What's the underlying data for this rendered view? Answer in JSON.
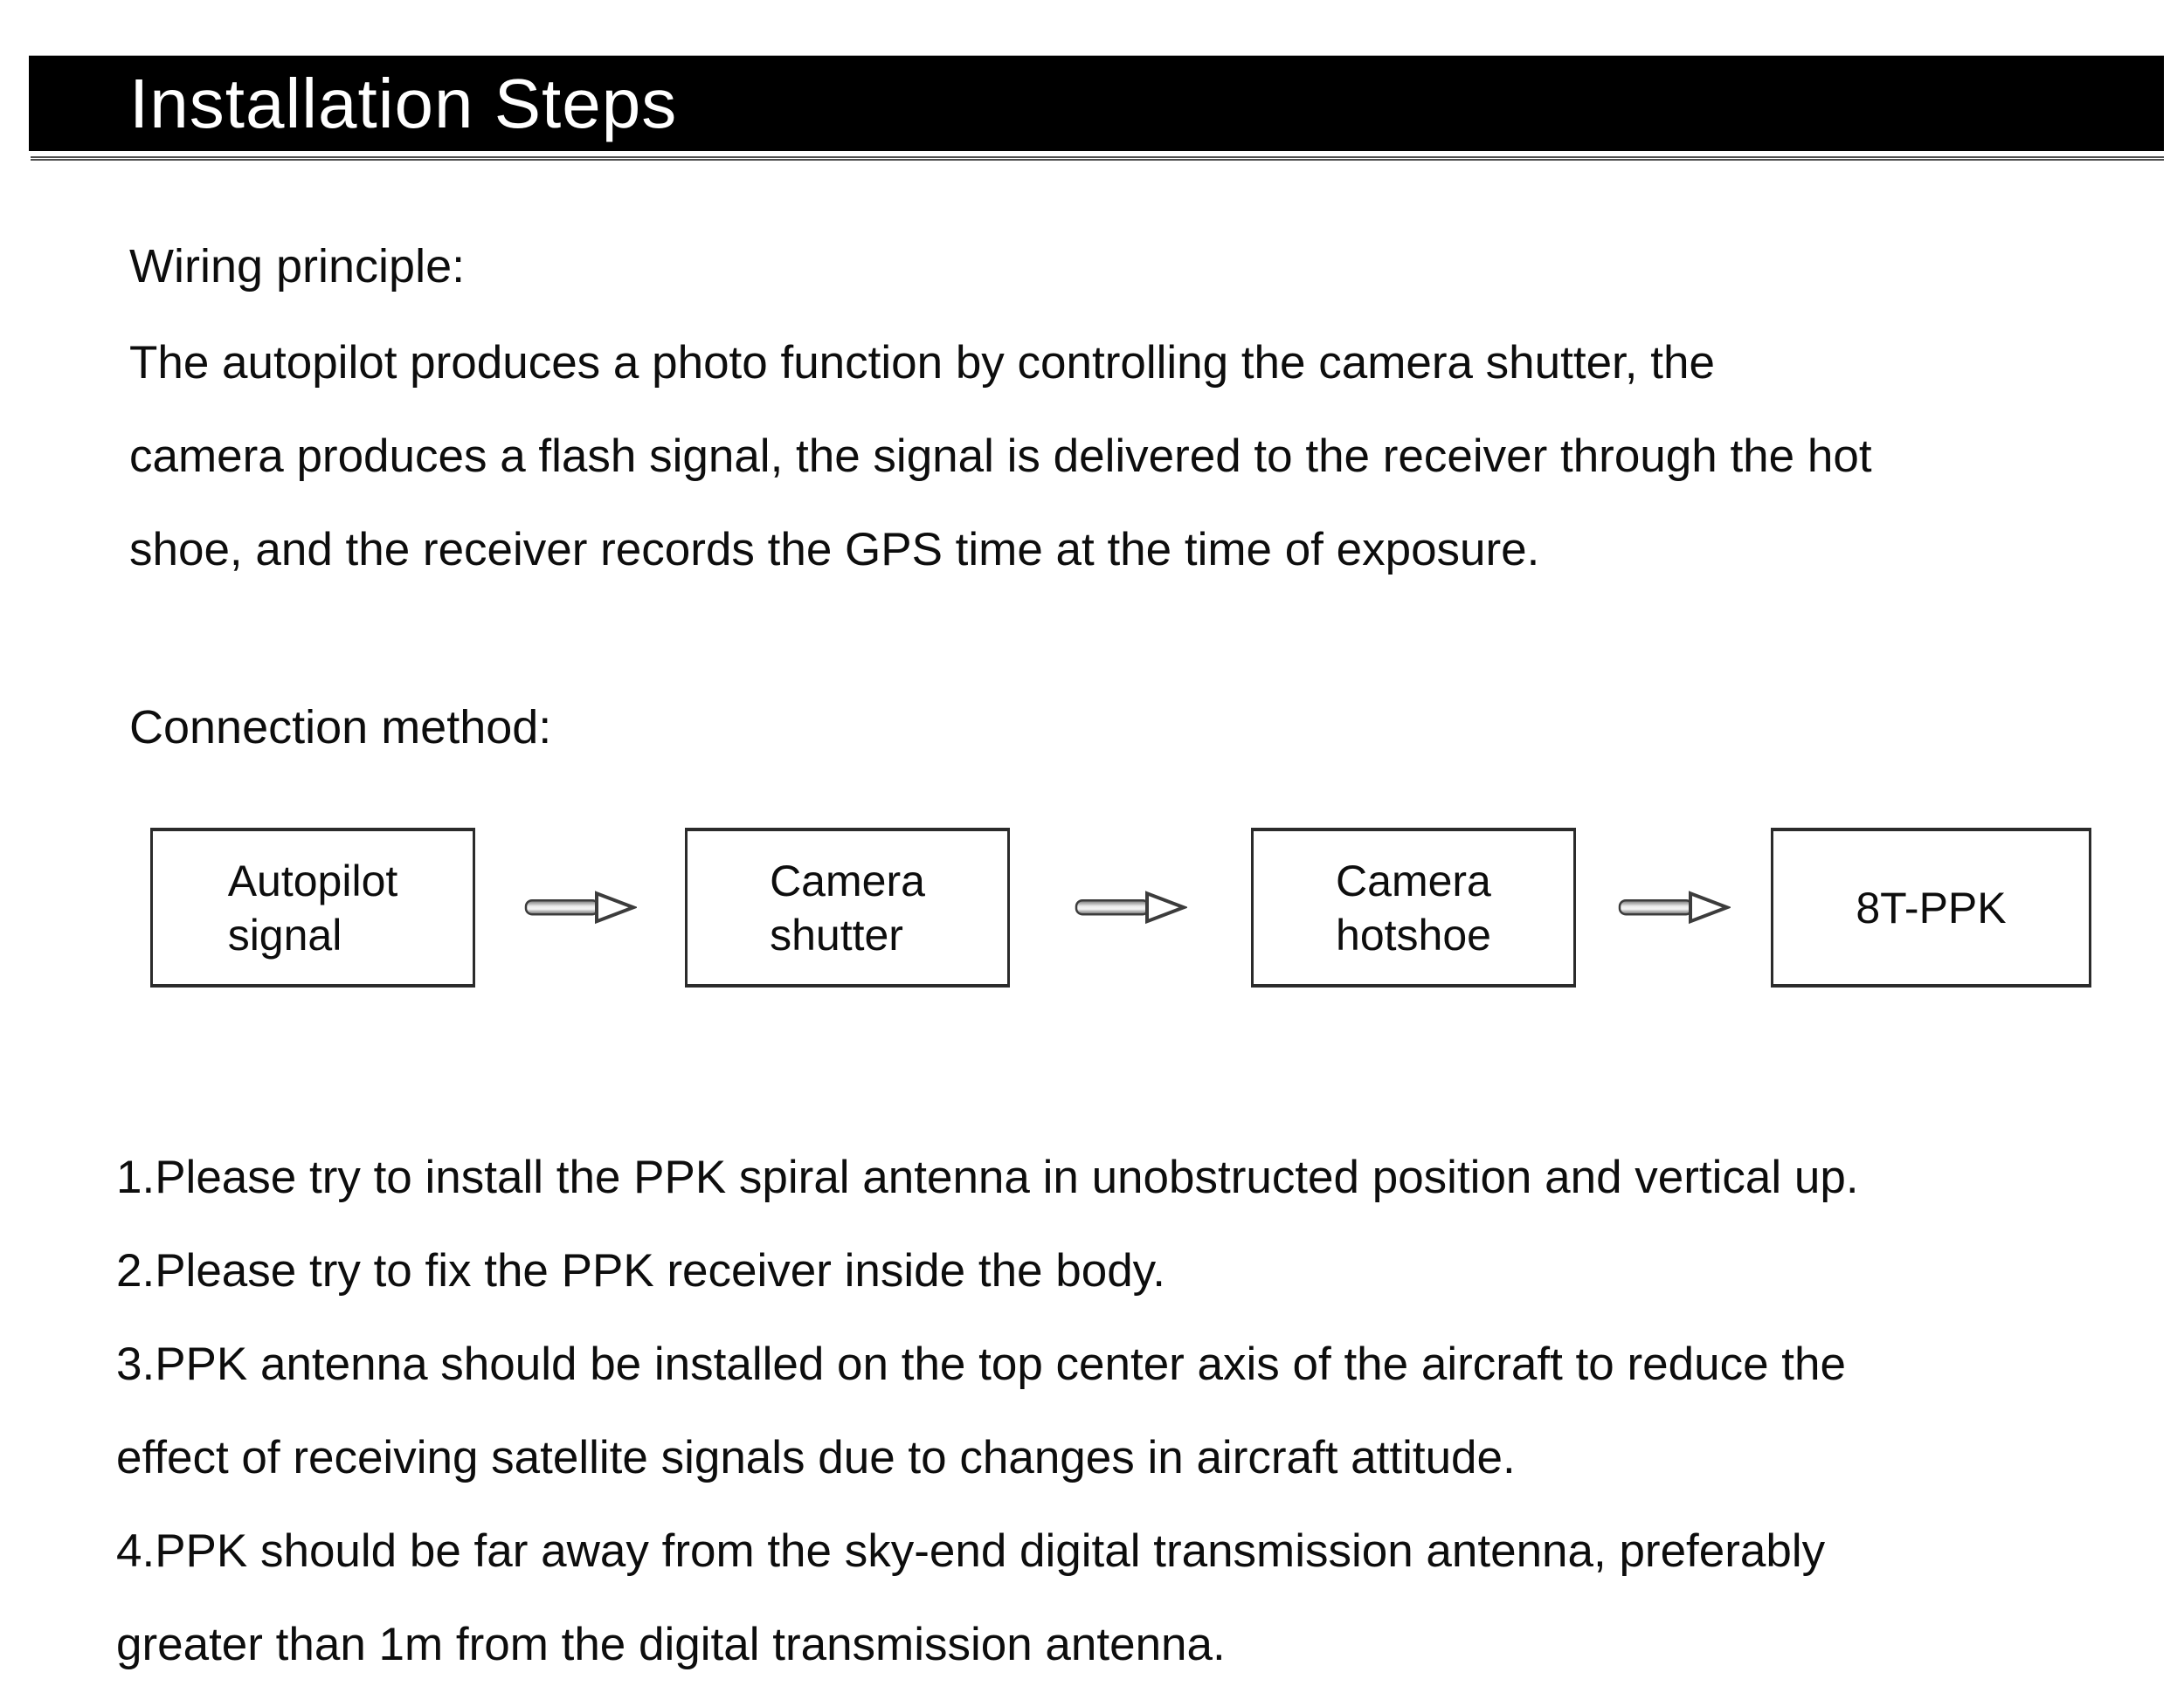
{
  "header": {
    "title": "Installation Steps"
  },
  "sections": {
    "wiring": {
      "heading": "Wiring principle:",
      "body": "The autopilot produces a photo function by controlling the camera shutter, the\ncamera produces a flash signal, the signal is delivered to the receiver through the hot\nshoe, and the receiver records the GPS time at the time of exposure."
    },
    "connection": {
      "heading": "Connection method:",
      "flow": {
        "boxes": [
          {
            "label": "Autopilot\nsignal"
          },
          {
            "label": "Camera\nshutter"
          },
          {
            "label": "Camera\nhotshoe"
          },
          {
            "label": "8T-PPK"
          }
        ],
        "arrow_icon": "right-block-arrow"
      }
    },
    "steps": {
      "items": [
        {
          "text": "1.Please try to install the PPK spiral antenna in unobstructed position and vertical up."
        },
        {
          "text": "2.Please try to fix the PPK receiver inside the body."
        },
        {
          "text": "3.PPK antenna should be installed on the top center axis of the aircraft to reduce the\neffect of receiving satellite signals due to changes in aircraft attitude."
        },
        {
          "text": "4.PPK should be far away from the sky-end digital transmission antenna, preferably\ngreater than 1m from the digital transmission antenna."
        }
      ]
    }
  },
  "colors": {
    "bar_background": "#000000",
    "bar_text": "#ffffff",
    "body_text": "#0d0d0d",
    "box_border": "#2b2b2b",
    "separator": "#4e4e4e",
    "arrow_outline": "#3c3c3c",
    "arrow_head_fill": "#ffffff"
  }
}
